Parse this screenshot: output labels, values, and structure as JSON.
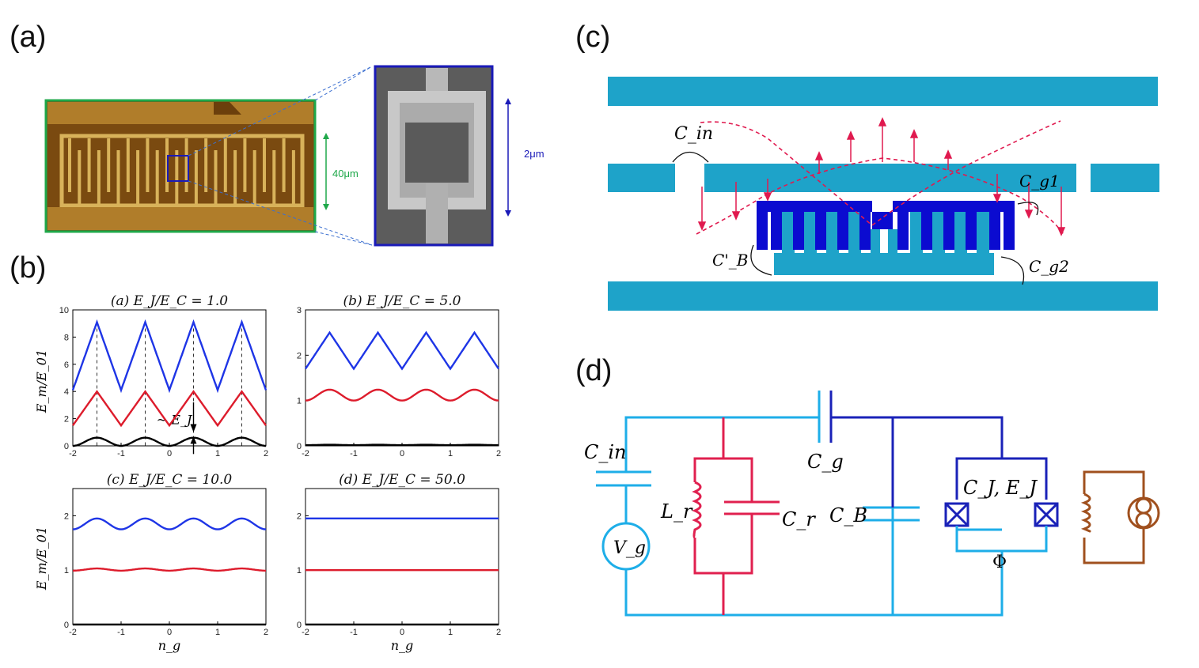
{
  "panel_labels": {
    "a": "(a)",
    "b": "(b)",
    "c": "(c)",
    "d": "(d)"
  },
  "panel_a": {
    "scale_left": "40μm",
    "scale_right": "2μm",
    "colors": {
      "green_frame": "#1fa84a",
      "blue_frame": "#1a1ab8",
      "gold": "#d8b25a",
      "board": "#7a4a10"
    }
  },
  "panel_b": {
    "ylabel": "E_m/E_01",
    "xlabel": "n_g",
    "annotation": "~ E_J",
    "x_ticks": [
      "-2",
      "-1",
      "0",
      "1",
      "2"
    ],
    "subplots": [
      {
        "title": "(a) E_J/E_C = 1.0",
        "y_ticks": [
          "0",
          "2",
          "4",
          "6",
          "8",
          "10"
        ],
        "ylim": [
          0,
          10
        ]
      },
      {
        "title": "(b) E_J/E_C = 5.0",
        "y_ticks": [
          "0",
          "1",
          "2",
          "3"
        ],
        "ylim": [
          0,
          3
        ]
      },
      {
        "title": "(c) E_J/E_C = 10.0",
        "y_ticks": [
          "0",
          "1",
          "2"
        ],
        "ylim": [
          0,
          2.5
        ]
      },
      {
        "title": "(d) E_J/E_C = 50.0",
        "y_ticks": [
          "0",
          "1",
          "2"
        ],
        "ylim": [
          0,
          2.5
        ]
      }
    ],
    "colors": {
      "level0": "#000000",
      "level1": "#dd1c2c",
      "level2": "#1e35e6"
    }
  },
  "panel_c": {
    "labels": {
      "c_in": "C_in",
      "c_g1": "C_g1",
      "c_b": "C'_B",
      "c_g2": "C_g2"
    },
    "colors": {
      "line": "#1ea3c9",
      "island": "#0b0bd0",
      "field": "#e01a4f"
    }
  },
  "panel_d": {
    "labels": {
      "c_in": "C_in",
      "v_g": "V_g",
      "l_r": "L_r",
      "c_r": "C_r",
      "c_g": "C_g",
      "c_b": "C_B",
      "cj_ej": "C_J, E_J",
      "phi": "Φ"
    },
    "colors": {
      "light": "#1eaee8",
      "red": "#e0204f",
      "dark": "#1a22b8",
      "brown": "#a0501e"
    }
  }
}
